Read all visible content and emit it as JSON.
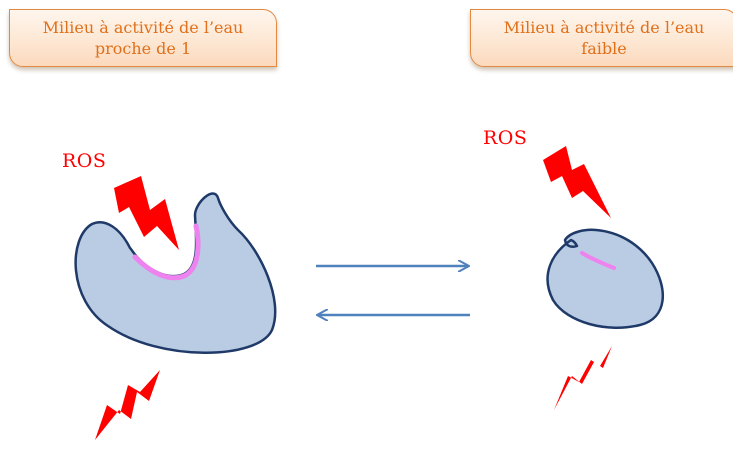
{
  "banners": {
    "left_line1": "Milieu à activité de l’eau",
    "left_line2": "proche de 1",
    "right_line1": "Milieu à activité de l’eau",
    "right_line2": "faible"
  },
  "labels": {
    "ros_left": "ROS",
    "ros_right": "ROS"
  },
  "colors": {
    "banner_text": "#e0701b",
    "banner_border": "#e28a43",
    "ros_text": "#ff0000",
    "protein_fill": "#b9cce4",
    "protein_stroke": "#1f3a68",
    "active_site": "#ee82ee",
    "lightning": "#ff0000",
    "arrow": "#4f81bd"
  }
}
